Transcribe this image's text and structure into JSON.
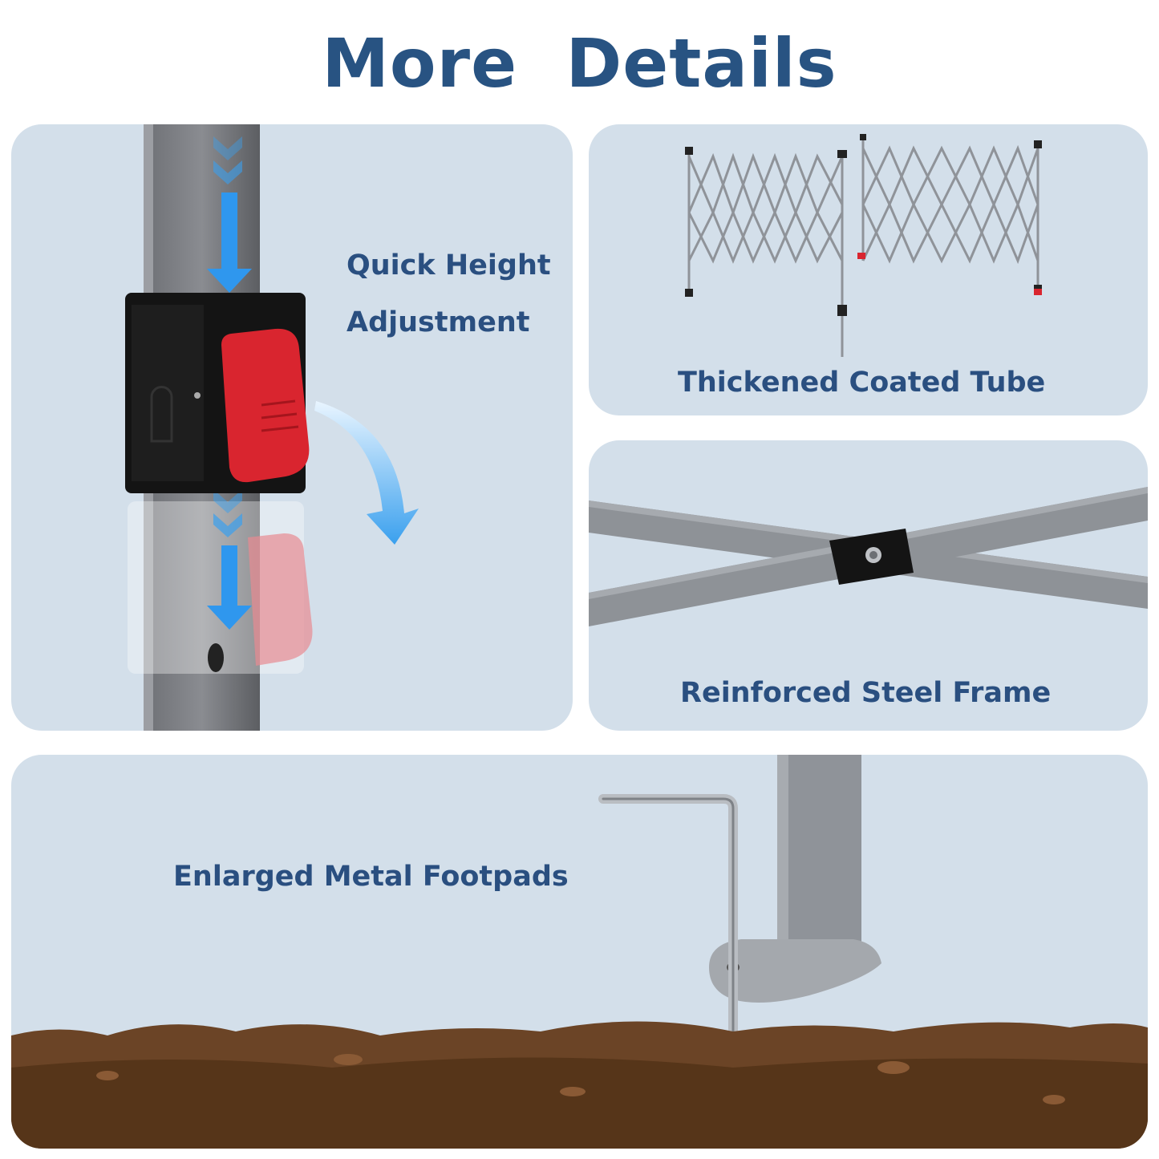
{
  "title": "More  Details",
  "panels": {
    "height_adjust": {
      "line1": "Quick Height",
      "line2": "Adjustment"
    },
    "coated_tube": {
      "label": "Thickened Coated Tube"
    },
    "steel_frame": {
      "label": "Reinforced Steel Frame"
    },
    "footpads": {
      "label": "Enlarged Metal Footpads"
    }
  },
  "colors": {
    "title": "#285382",
    "panel_bg": "#d3dfea",
    "label": "#2a4f80",
    "arrow_blue": "#3aa0ee",
    "lever_red": "#d9252f",
    "frame_gray": "#8f9399",
    "soil": "#6b4426"
  }
}
